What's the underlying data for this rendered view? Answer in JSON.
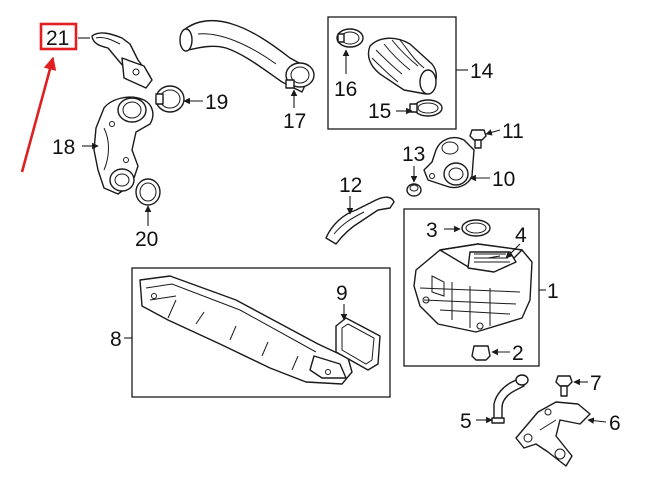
{
  "diagram": {
    "highlight_color": "#e02020",
    "line_color": "#1a1a1a",
    "callouts": {
      "c1": "1",
      "c2": "2",
      "c3": "3",
      "c4": "4",
      "c5": "5",
      "c6": "6",
      "c7": "7",
      "c8": "8",
      "c9": "9",
      "c10": "10",
      "c11": "11",
      "c12": "12",
      "c13": "13",
      "c14": "14",
      "c15": "15",
      "c16": "16",
      "c17": "17",
      "c18": "18",
      "c19": "19",
      "c20": "20",
      "c21": "21"
    },
    "highlighted_callout": "21"
  }
}
